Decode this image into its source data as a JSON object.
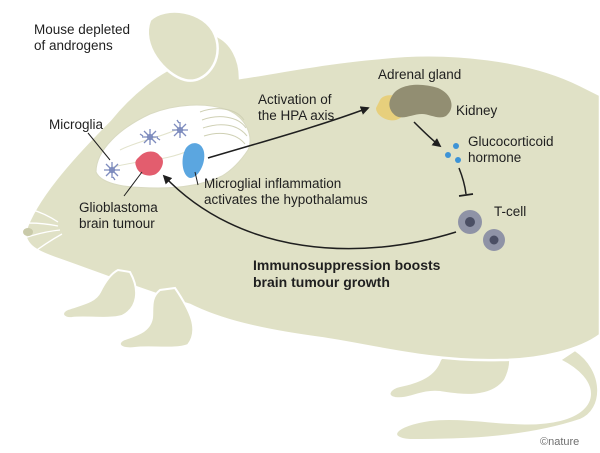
{
  "colors": {
    "mouse_fill": "#e0e1c6",
    "mouse_outline": "#ffffff",
    "brain_fill": "#ffffff",
    "tumour": "#e35d6e",
    "hypothalamus": "#5ba6e0",
    "adrenal": "#e7cf7c",
    "kidney": "#928e72",
    "hormone": "#3d93d6",
    "tcell": "#8f93a6",
    "arrow": "#1f1f1f",
    "text": "#1f1f1f"
  },
  "labels": {
    "mouse": [
      "Mouse depleted",
      "of androgens"
    ],
    "microglia": "Microglia",
    "hpa": [
      "Activation of",
      "the HPA axis"
    ],
    "adrenal": "Adrenal gland",
    "kidney": "Kidney",
    "hormone": [
      "Glucocorticoid",
      "hormone"
    ],
    "inflammation": [
      "Microglial inflammation",
      "activates the hypothalamus"
    ],
    "glioblastoma": [
      "Glioblastoma",
      "brain tumour"
    ],
    "tcell": "T-cell",
    "immunosuppression": [
      "Immunosuppression boosts",
      "brain tumour growth"
    ],
    "credit": "©nature"
  }
}
